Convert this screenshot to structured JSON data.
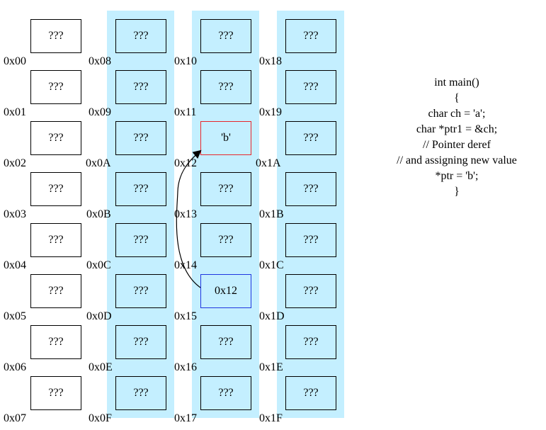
{
  "memory": {
    "columns": [
      {
        "highlighted": false,
        "cells": [
          {
            "address": "0x00",
            "value": "???"
          },
          {
            "address": "0x01",
            "value": "???"
          },
          {
            "address": "0x02",
            "value": "???"
          },
          {
            "address": "0x03",
            "value": "???"
          },
          {
            "address": "0x04",
            "value": "???"
          },
          {
            "address": "0x05",
            "value": "???"
          },
          {
            "address": "0x06",
            "value": "???"
          },
          {
            "address": "0x07",
            "value": "???"
          }
        ]
      },
      {
        "highlighted": true,
        "cells": [
          {
            "address": "0x08",
            "value": "???"
          },
          {
            "address": "0x09",
            "value": "???"
          },
          {
            "address": "0x0A",
            "value": "???"
          },
          {
            "address": "0x0B",
            "value": "???"
          },
          {
            "address": "0x0C",
            "value": "???"
          },
          {
            "address": "0x0D",
            "value": "???"
          },
          {
            "address": "0x0E",
            "value": "???"
          },
          {
            "address": "0x0F",
            "value": "???"
          }
        ]
      },
      {
        "highlighted": true,
        "cells": [
          {
            "address": "0x10",
            "value": "???"
          },
          {
            "address": "0x11",
            "value": "???"
          },
          {
            "address": "0x12",
            "value": "'b'",
            "border": "#e8262b"
          },
          {
            "address": "0x13",
            "value": "???"
          },
          {
            "address": "0x14",
            "value": "???"
          },
          {
            "address": "0x15",
            "value": "0x12",
            "border": "#1f36e0"
          },
          {
            "address": "0x16",
            "value": "???"
          },
          {
            "address": "0x17",
            "value": "???"
          }
        ]
      },
      {
        "highlighted": true,
        "cells": [
          {
            "address": "0x18",
            "value": "???"
          },
          {
            "address": "0x19",
            "value": "???"
          },
          {
            "address": "0x1A",
            "value": "???"
          },
          {
            "address": "0x1B",
            "value": "???"
          },
          {
            "address": "0x1C",
            "value": "???"
          },
          {
            "address": "0x1D",
            "value": "???"
          },
          {
            "address": "0x1E",
            "value": "???"
          },
          {
            "address": "0x1F",
            "value": "???"
          }
        ]
      }
    ],
    "pointer": {
      "from": "0x15",
      "to": "0x12"
    }
  },
  "code": {
    "lines": [
      "int main()",
      "{",
      "char ch = 'a';",
      "char *ptr1 = &ch;",
      "",
      "// Pointer deref",
      "// and assigning new value",
      "*ptr = 'b';",
      "}"
    ]
  },
  "colors": {
    "band": "#c4efff",
    "cell_border": "#000000",
    "target_border": "#e8262b",
    "pointer_border": "#1f36e0"
  }
}
